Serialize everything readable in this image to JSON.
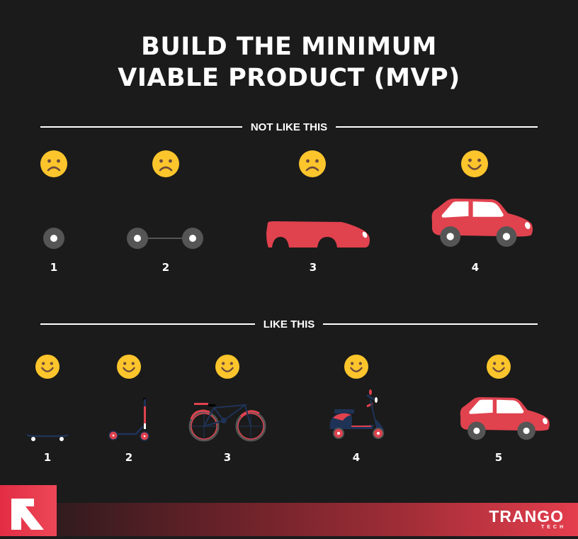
{
  "title": {
    "line1": "BUILD THE MINIMUM",
    "line2": "VIABLE PRODUCT (MVP)"
  },
  "colors": {
    "background": "#1b1b1b",
    "accent_red": "#e0424e",
    "face_yellow": "#fcc52c",
    "face_features": "#6e4a3a",
    "wheel_gray": "#555555",
    "navy": "#1f3357"
  },
  "sections": [
    {
      "heading": "NOT LIKE THIS",
      "steps": [
        {
          "number": "1",
          "mood": "sad",
          "object": "single wheel"
        },
        {
          "number": "2",
          "mood": "sad",
          "object": "two wheels with axle"
        },
        {
          "number": "3",
          "mood": "sad",
          "object": "car body without wheels"
        },
        {
          "number": "4",
          "mood": "happy",
          "object": "car"
        }
      ]
    },
    {
      "heading": "LIKE THIS",
      "steps": [
        {
          "number": "1",
          "mood": "happy",
          "object": "skateboard"
        },
        {
          "number": "2",
          "mood": "happy",
          "object": "kick scooter"
        },
        {
          "number": "3",
          "mood": "happy",
          "object": "bicycle"
        },
        {
          "number": "4",
          "mood": "happy",
          "object": "motor scooter"
        },
        {
          "number": "5",
          "mood": "happy",
          "object": "car"
        }
      ]
    }
  ],
  "footer": {
    "brand_name": "TRANGO",
    "brand_sub": "TECH"
  }
}
